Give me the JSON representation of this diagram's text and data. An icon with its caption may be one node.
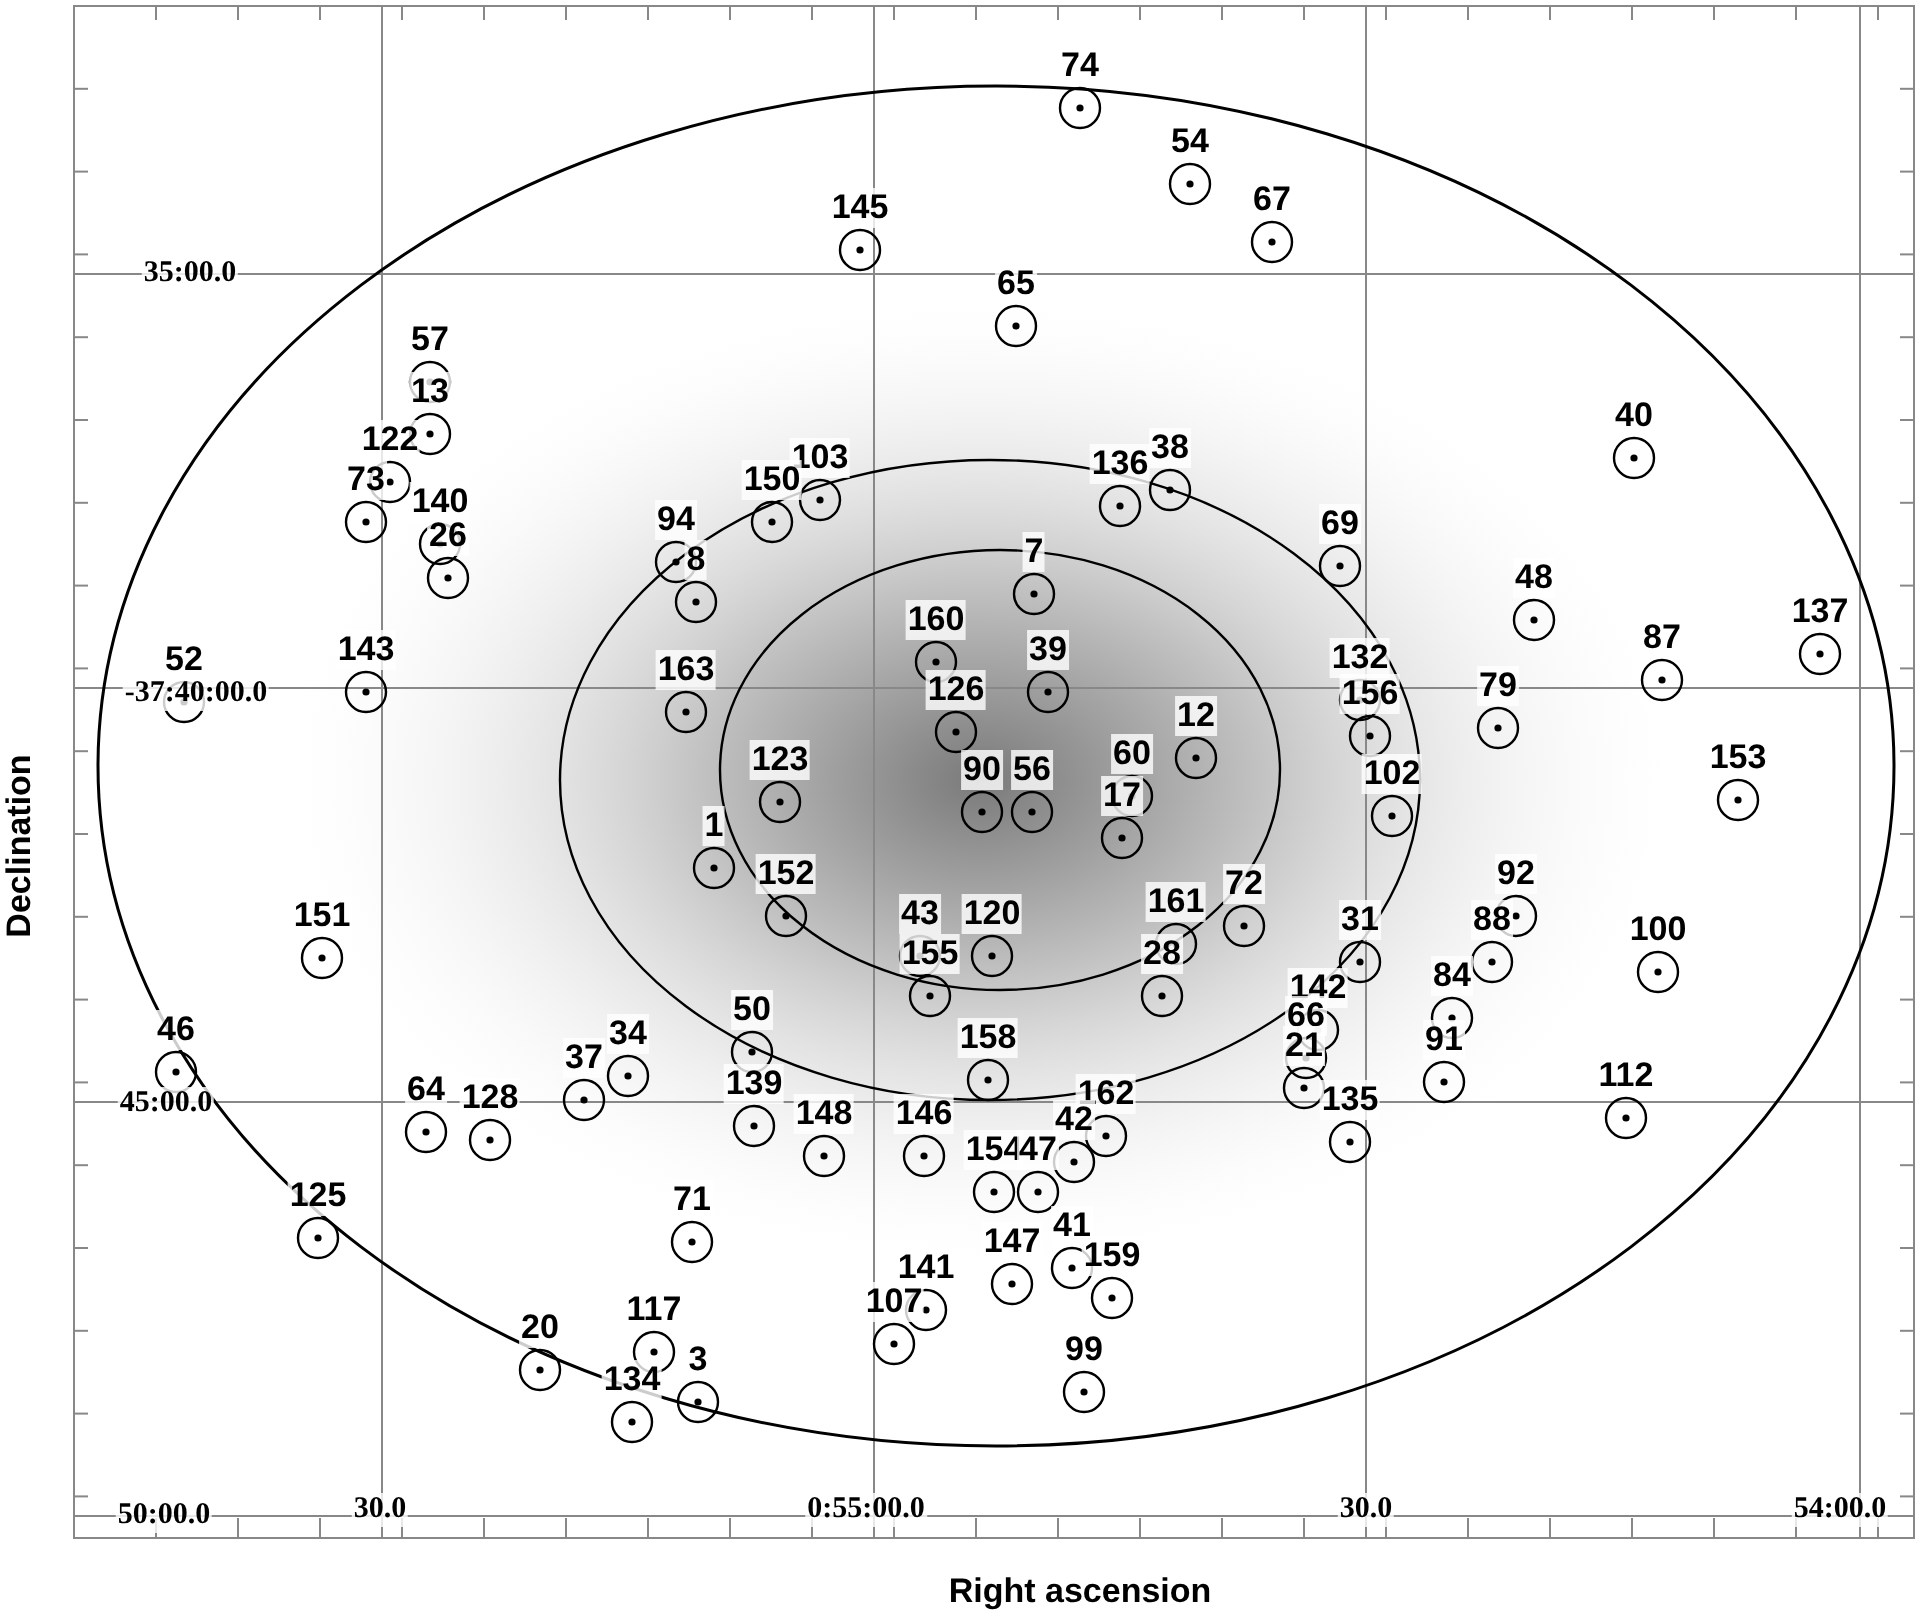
{
  "diagram": {
    "labels": [
      "74",
      "54",
      "67",
      "145",
      "35:00.0",
      "65",
      "57",
      "13",
      "122",
      "103",
      "38",
      "136",
      "150",
      "73",
      "40",
      "140",
      "94",
      "69",
      "26",
      "8",
      "48",
      "7",
      "137",
      "160",
      "143",
      "87",
      "39",
      "132",
      "163",
      "52",
      "-37:40:00.0",
      "126",
      "156",
      "79",
      "12",
      "60",
      "123",
      "153",
      "102",
      "90",
      "56",
      "17",
      "1",
      "152",
      "92",
      "43",
      "120",
      "161",
      "72",
      "151",
      "100",
      "88",
      "28",
      "155",
      "31",
      "84",
      "142",
      "46",
      "50",
      "34",
      "158",
      "66",
      "37",
      "21",
      "91",
      "139",
      "112",
      "162",
      "45:00.0",
      "64",
      "128",
      "148",
      "146",
      "135",
      "42",
      "154",
      "47",
      "125",
      "71",
      "147",
      "41",
      "159",
      "141",
      "107",
      "20",
      "117",
      "3",
      "99",
      "134",
      "50:00.0",
      "30.0",
      "0:55:00.0",
      "30.0",
      "54:00.0",
      "Declination",
      "Right ascension"
    ]
  }
}
